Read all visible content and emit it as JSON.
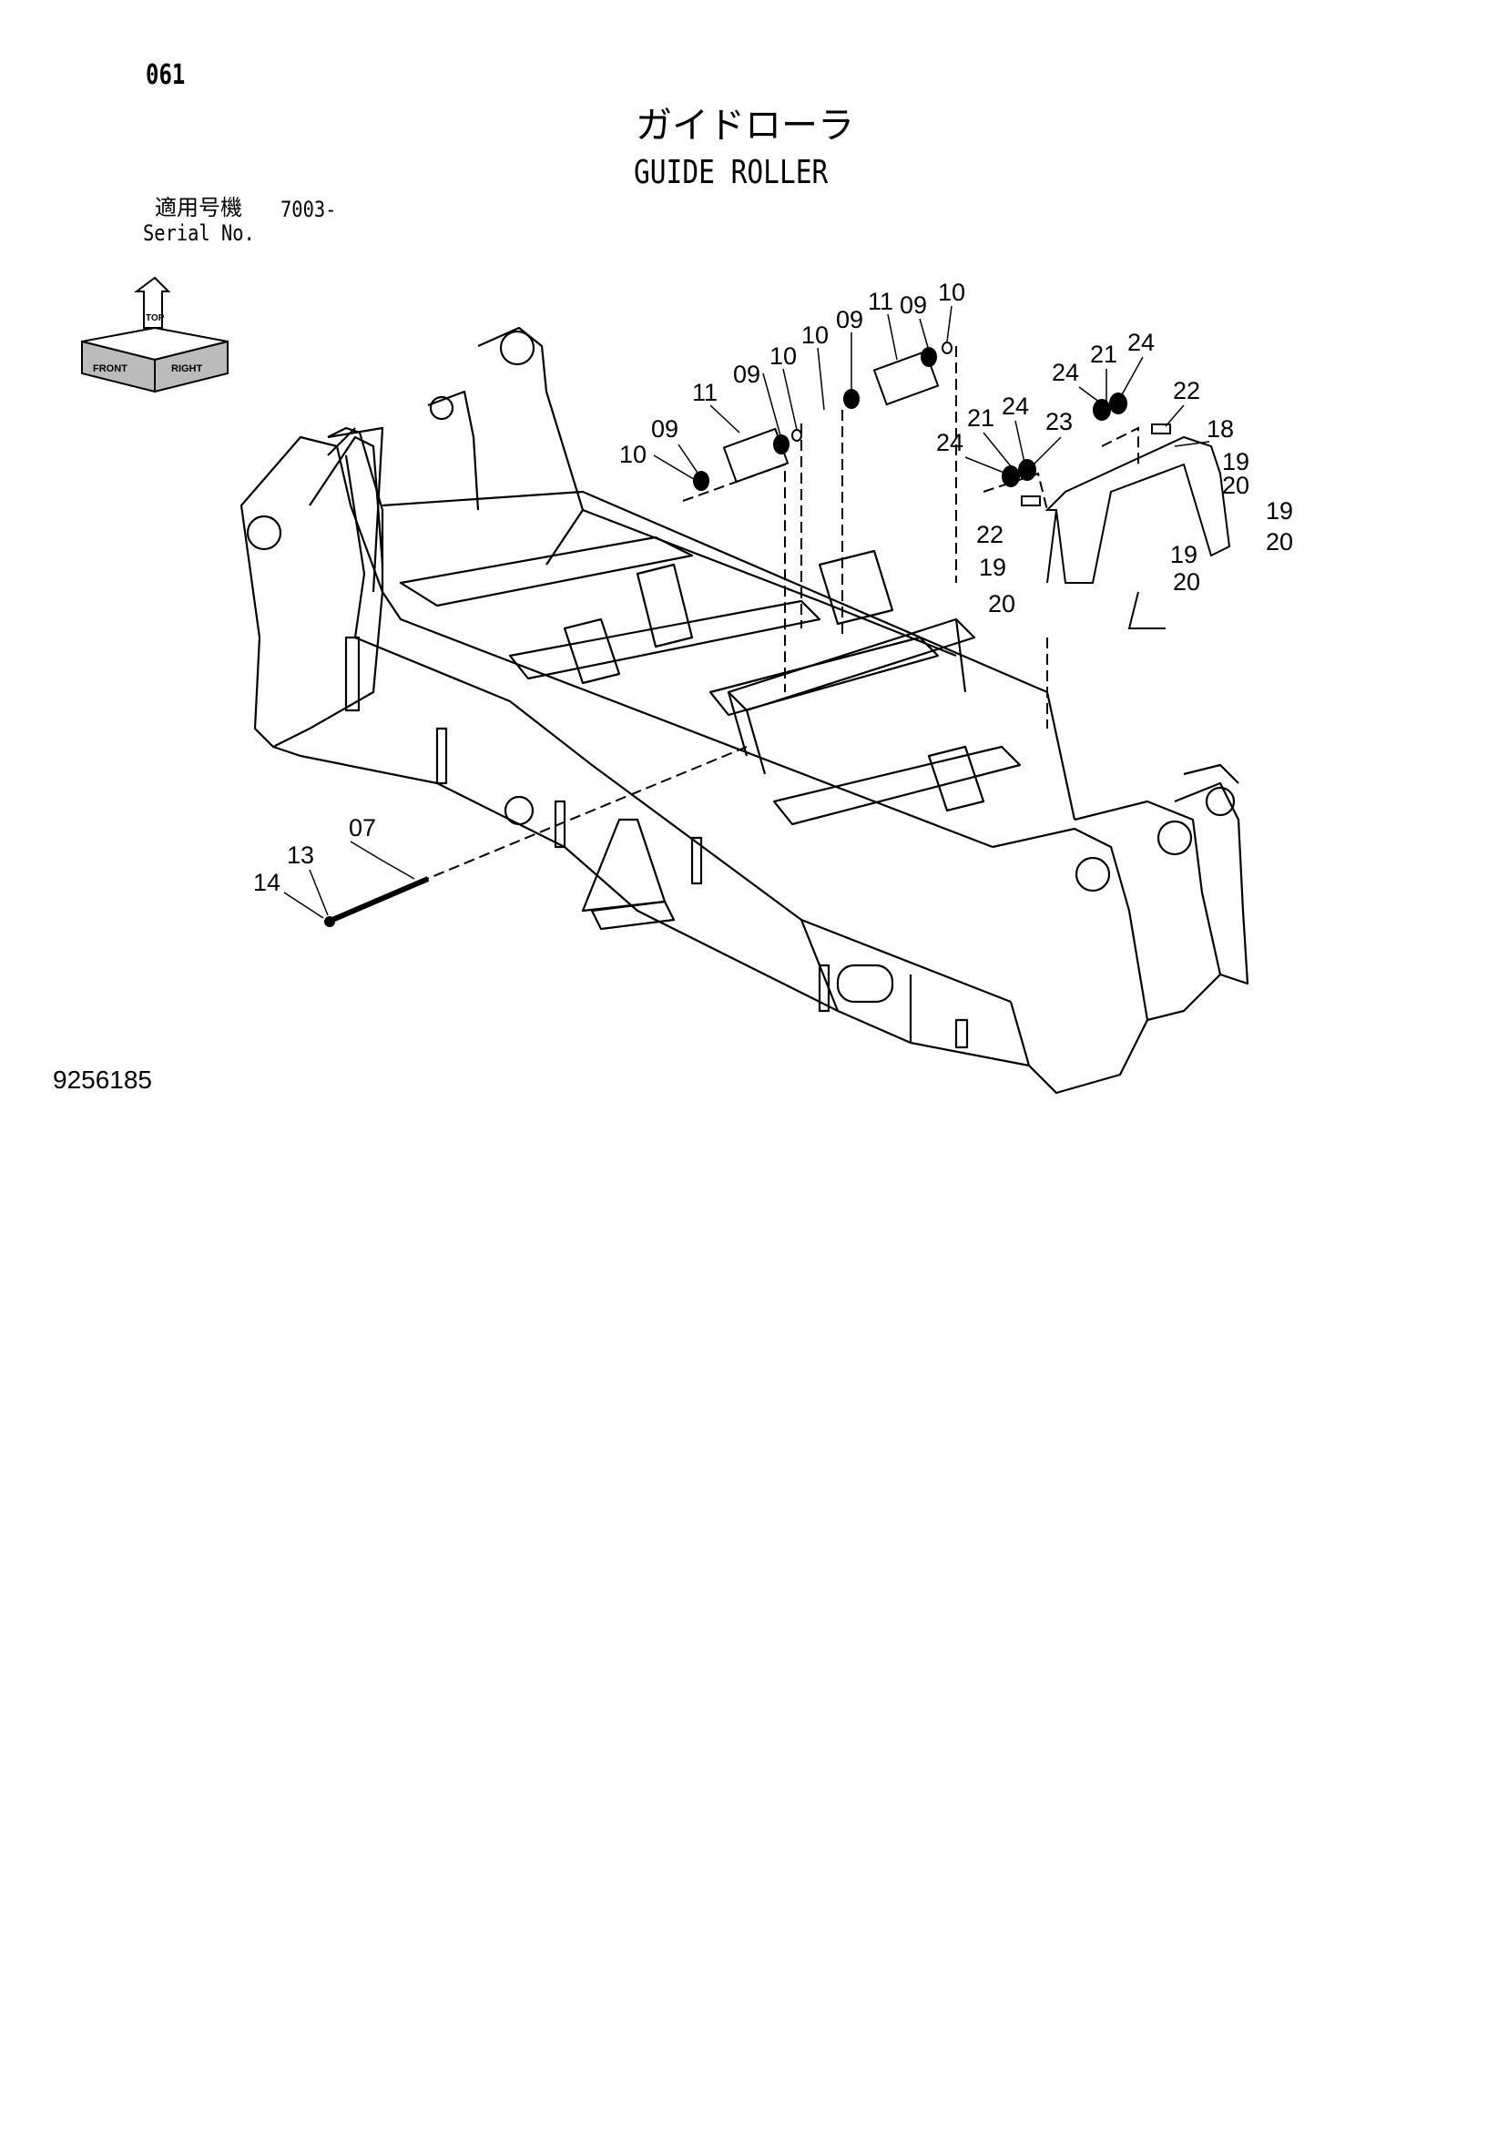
{
  "page_number": "061",
  "title_jp": "ガイドローラ",
  "title_en": "GUIDE ROLLER",
  "serial_label_jp": "適用号機",
  "serial_value": "7003-",
  "serial_label_en": "Serial No.",
  "orientation_icon": {
    "name": "orientation-arrows-icon",
    "labels": [
      "FRONT",
      "RIGHT",
      "TOP"
    ]
  },
  "drawing_number": "9256185",
  "callouts": [
    "09",
    "10",
    "11",
    "09",
    "10",
    "10",
    "09",
    "11",
    "09",
    "10",
    "24",
    "21",
    "24",
    "22",
    "21",
    "24",
    "23",
    "18",
    "24",
    "19",
    "20",
    "19",
    "22",
    "20",
    "19",
    "19",
    "20",
    "20",
    "07",
    "13",
    "14"
  ]
}
